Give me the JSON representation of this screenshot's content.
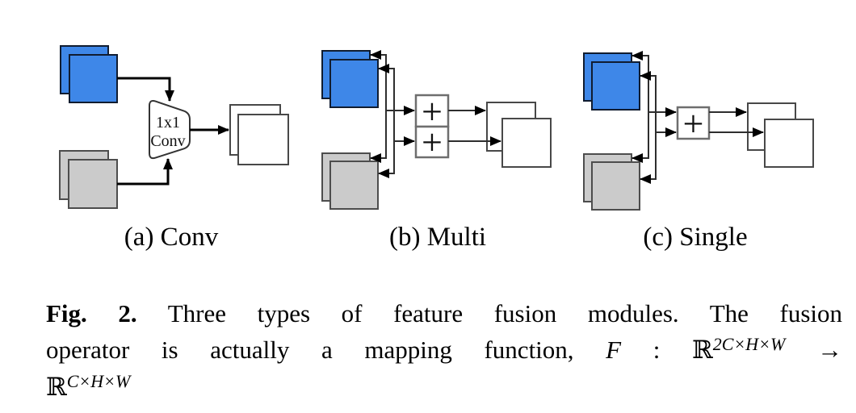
{
  "figure": {
    "panels": [
      {
        "label": "(a) Conv",
        "op1": "1x1",
        "op2": "Conv"
      },
      {
        "label": "(b) Multi",
        "plus": "+"
      },
      {
        "label": "(c) Single",
        "plus": "+"
      }
    ],
    "colors": {
      "deep_feature": "#3E87E8",
      "shallow_feature": "#CBCBCB"
    },
    "caption": {
      "fig_label": "Fig. 2.",
      "line1": " Three types of feature fusion modules.  The fusion",
      "line2": "operator is actually a mapping function,",
      "math_f": " F ",
      "math_colon": ": ",
      "math_r1": "ℝ",
      "math_sup1": "2C×H×W",
      "math_arrow": " →",
      "math_r2": "ℝ",
      "math_sup2": "C×H×W"
    }
  }
}
